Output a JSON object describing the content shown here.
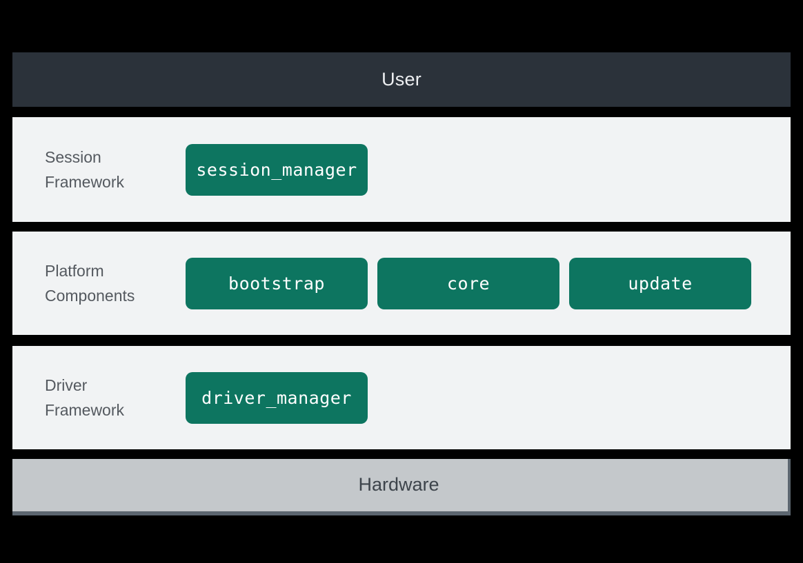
{
  "colors": {
    "background": "#000000",
    "user_bar": "#2b323a",
    "layer_row": "#f1f3f4",
    "component_box": "#0d7560",
    "hardware_bar": "#c4c8cb",
    "hardware_border": "#5c6670",
    "label_text": "#54595f",
    "box_text": "#ffffff"
  },
  "top_layer": {
    "label": "User"
  },
  "layers": [
    {
      "id": "session-framework",
      "label_line1": "Session",
      "label_line2": "Framework",
      "components": [
        {
          "name": "session_manager"
        }
      ]
    },
    {
      "id": "platform-components",
      "label_line1": "Platform",
      "label_line2": "Components",
      "components": [
        {
          "name": "bootstrap"
        },
        {
          "name": "core"
        },
        {
          "name": "update"
        }
      ]
    },
    {
      "id": "driver-framework",
      "label_line1": "Driver",
      "label_line2": "Framework",
      "components": [
        {
          "name": "driver_manager"
        }
      ]
    }
  ],
  "bottom_layer": {
    "label": "Hardware"
  }
}
